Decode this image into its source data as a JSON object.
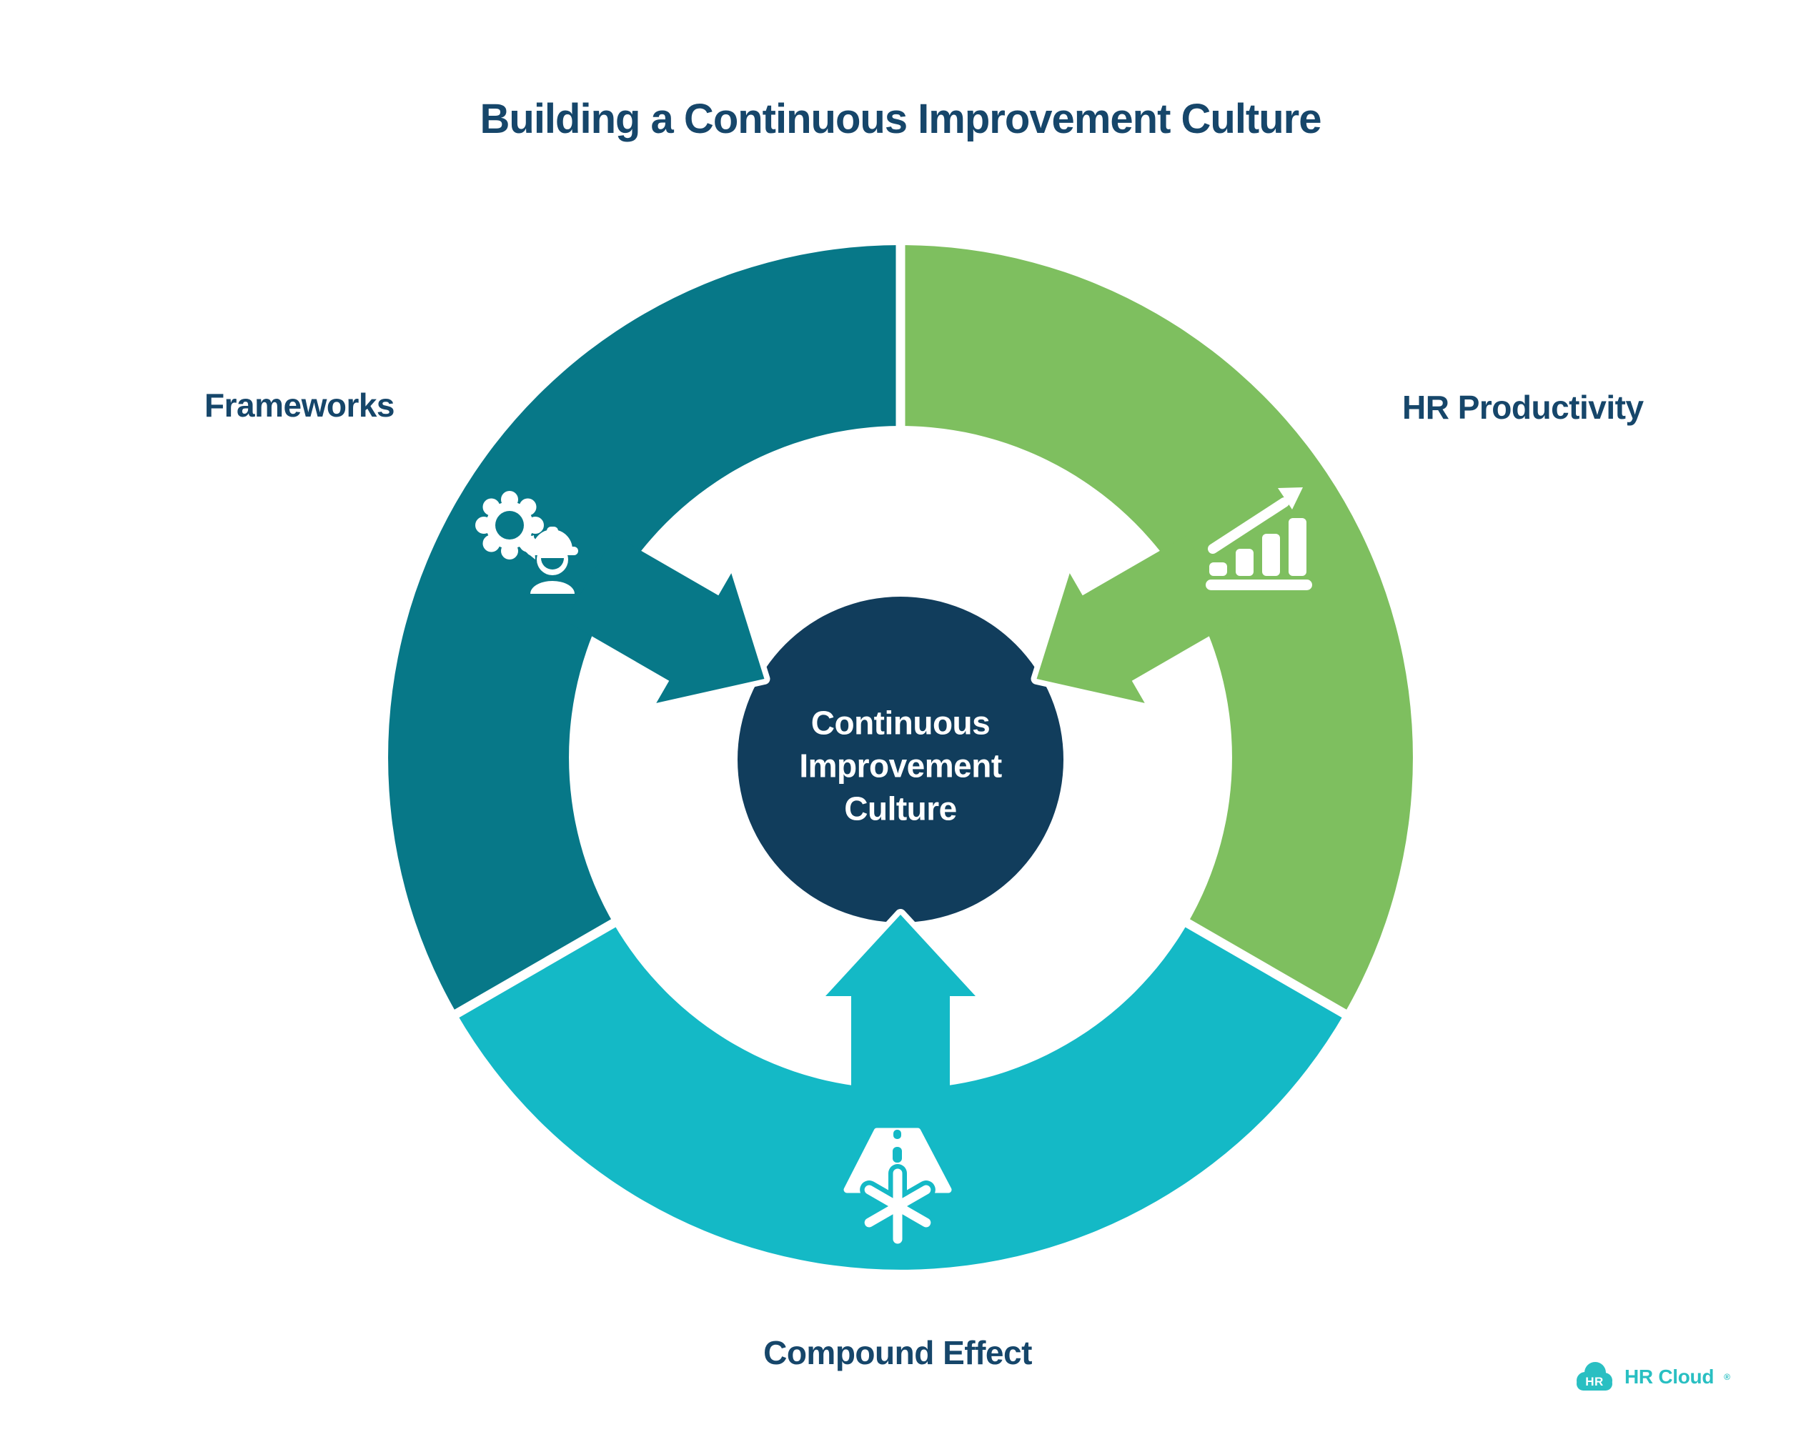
{
  "title": "Building a Continuous Improvement Culture",
  "center_circle": {
    "label": "Continuous Improvement Culture",
    "fill": "#113D5C",
    "text_color": "#FFFFFF"
  },
  "segments": [
    {
      "label": "Frameworks",
      "color": "#077888",
      "icon": "gear-worker-icon",
      "position": "top-left"
    },
    {
      "label": "HR Productivity",
      "color": "#7EBF5F",
      "icon": "growth-chart-icon",
      "position": "right"
    },
    {
      "label": "Compound Effect",
      "color": "#14B9C6",
      "icon": "road-snowflake-icon",
      "position": "bottom"
    }
  ],
  "colors": {
    "background": "#FFFFFF",
    "label_text": "#16466A",
    "icon_white": "#FFFFFF",
    "logo_teal": "#29BFC2"
  },
  "logo": {
    "badge": "HR",
    "wordmark": "HR Cloud",
    "registered": "®"
  }
}
